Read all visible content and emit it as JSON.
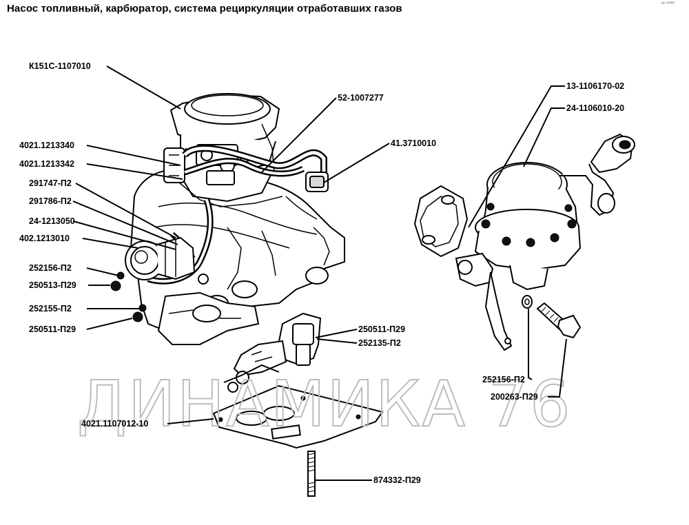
{
  "title": "Насос топливный, карбюратор, система рециркуляции отработавших газов",
  "corner_mark": "ᵃⁿ ᵐᵐᵐ",
  "watermark": "ДИНАМИКА 76",
  "callouts": {
    "k151c": "К151С-1107010",
    "p52": "52-1007277",
    "p4021_340": "4021.1213340",
    "p4121": "41.3710010",
    "p4021_342": "4021.1213342",
    "p291747": "291747-П2",
    "p291786": "291786-П2",
    "p24_1213050": "24-1213050",
    "p402": "402.1213010",
    "p252156_left": "252156-П2",
    "p250513": "250513-П29",
    "p252155": "252155-П2",
    "p250511_left": "250511-П29",
    "p250511_mid": "250511-П29",
    "p252135": "252135-П2",
    "p13_1106170": "13-1106170-02",
    "p24_1106010": "24-1106010-20",
    "p252156_right": "252156-П2",
    "p200263": "200263-П29",
    "p4021_1107012": "4021.1107012-10",
    "p874332": "874332-П29"
  },
  "colors": {
    "ink": "#000000",
    "watermark": "#bdbdbd",
    "background": "#ffffff"
  }
}
